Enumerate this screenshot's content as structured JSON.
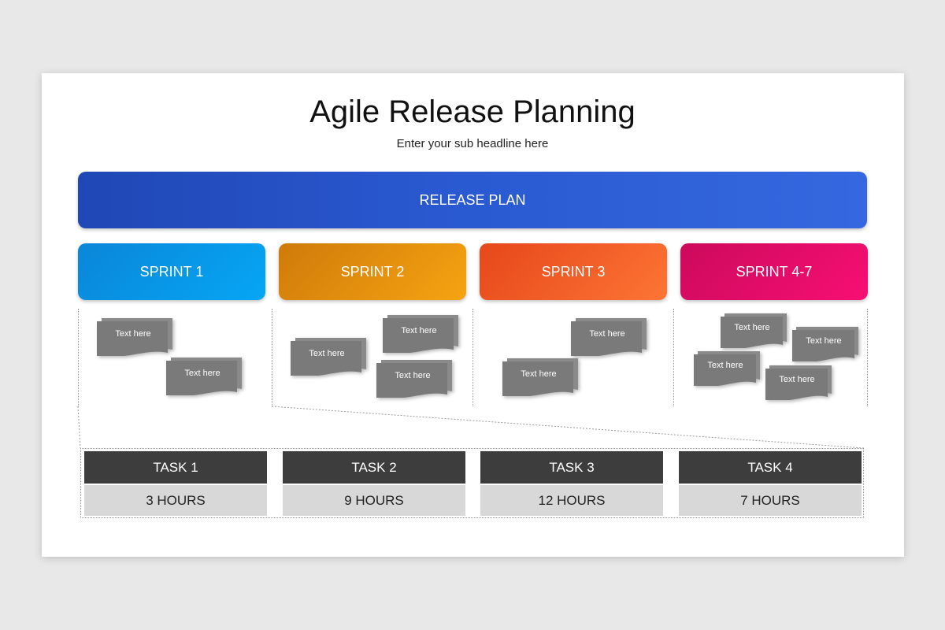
{
  "title": "Agile Release Planning",
  "subtitle": "Enter your sub headline here",
  "release_plan": {
    "label": "RELEASE PLAN"
  },
  "sprints": [
    {
      "label": "SPRINT 1",
      "color_start": "#0a86d8",
      "color_end": "#06a6f5"
    },
    {
      "label": "SPRINT 2",
      "color_start": "#cf7a0a",
      "color_end": "#f6a412"
    },
    {
      "label": "SPRINT 3",
      "color_start": "#e6471a",
      "color_end": "#fd7535"
    },
    {
      "label": "SPRINT 4-7",
      "color_start": "#cc0a5c",
      "color_end": "#f70f73"
    }
  ],
  "notes": {
    "text": "Text here",
    "color": "#7a7a7a"
  },
  "tasks": [
    {
      "name": "TASK 1",
      "hours": "3 HOURS"
    },
    {
      "name": "TASK 2",
      "hours": "9 HOURS"
    },
    {
      "name": "TASK 3",
      "hours": "12 HOURS"
    },
    {
      "name": "TASK 4",
      "hours": "7 HOURS"
    }
  ]
}
